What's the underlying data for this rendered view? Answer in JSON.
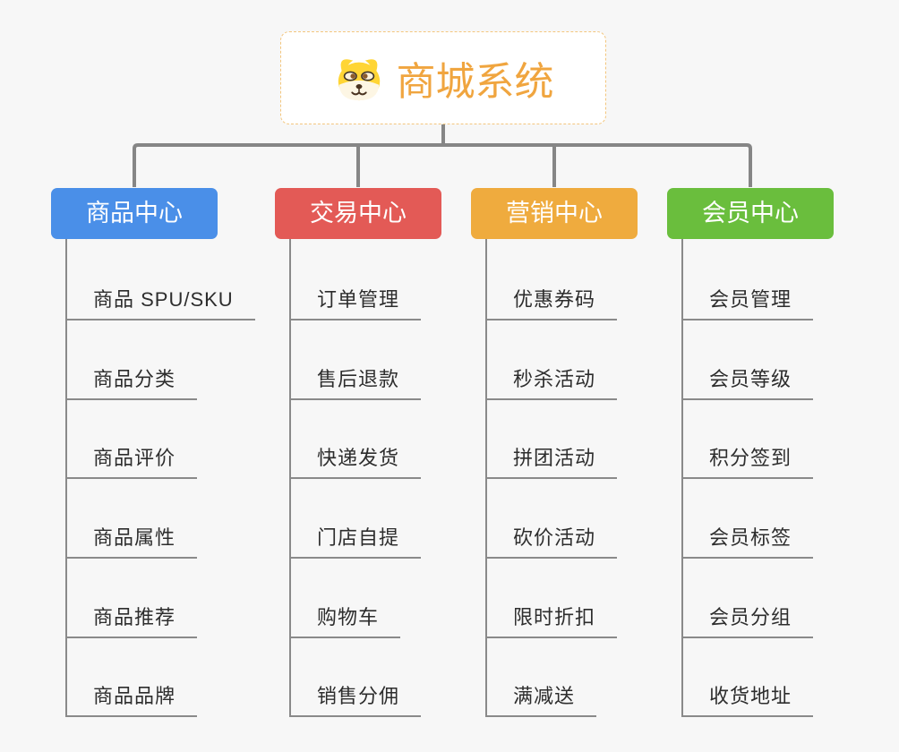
{
  "root": {
    "title": "商城系统",
    "icon": "dog-face-icon",
    "title_color": "#f0a53f",
    "border_color": "#f3c67e",
    "background": "#ffffff"
  },
  "canvas": {
    "background": "#f7f7f7",
    "connector_color": "#868686",
    "underline_color": "#8a8a8a",
    "item_text_color": "#2d2d2d"
  },
  "branches": [
    {
      "label": "商品中心",
      "color": "#4a8fe8",
      "items": [
        "商品 SPU/SKU",
        "商品分类",
        "商品评价",
        "商品属性",
        "商品推荐",
        "商品品牌"
      ]
    },
    {
      "label": "交易中心",
      "color": "#e35a56",
      "items": [
        "订单管理",
        "售后退款",
        "快递发货",
        "门店自提",
        "购物车",
        "销售分佣"
      ]
    },
    {
      "label": "营销中心",
      "color": "#efab3e",
      "items": [
        "优惠券码",
        "秒杀活动",
        "拼团活动",
        "砍价活动",
        "限时折扣",
        "满减送"
      ]
    },
    {
      "label": "会员中心",
      "color": "#6abe3d",
      "items": [
        "会员管理",
        "会员等级",
        "积分签到",
        "会员标签",
        "会员分组",
        "收货地址"
      ]
    }
  ]
}
